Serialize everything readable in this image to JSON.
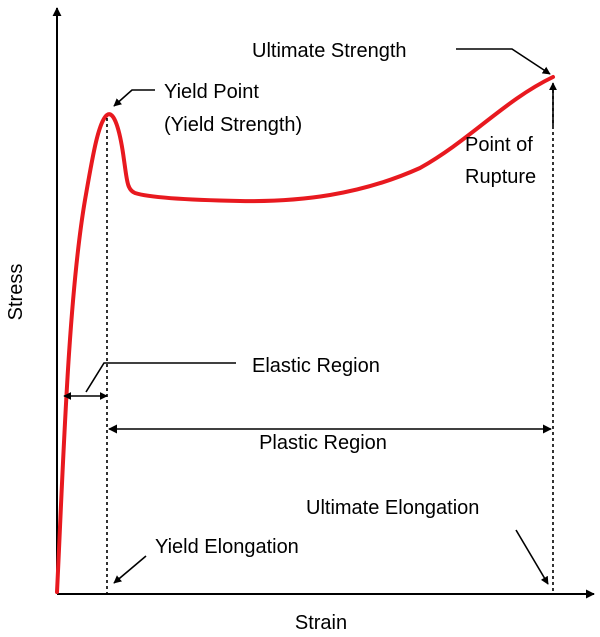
{
  "diagram": {
    "colors": {
      "curve": "#e8191f",
      "lines": "#000000",
      "background": "#ffffff"
    },
    "axes": {
      "y_label": "Stress",
      "x_label": "Strain"
    },
    "labels": {
      "ultimate_strength": "Ultimate Strength",
      "yield_point_line1": "Yield Point",
      "yield_point_line2": "(Yield Strength)",
      "rupture_line1": "Point of",
      "rupture_line2": "Rupture",
      "elastic_region": "Elastic Region",
      "plastic_region": "Plastic Region",
      "ultimate_elongation": "Ultimate Elongation",
      "yield_elongation": "Yield Elongation"
    }
  }
}
